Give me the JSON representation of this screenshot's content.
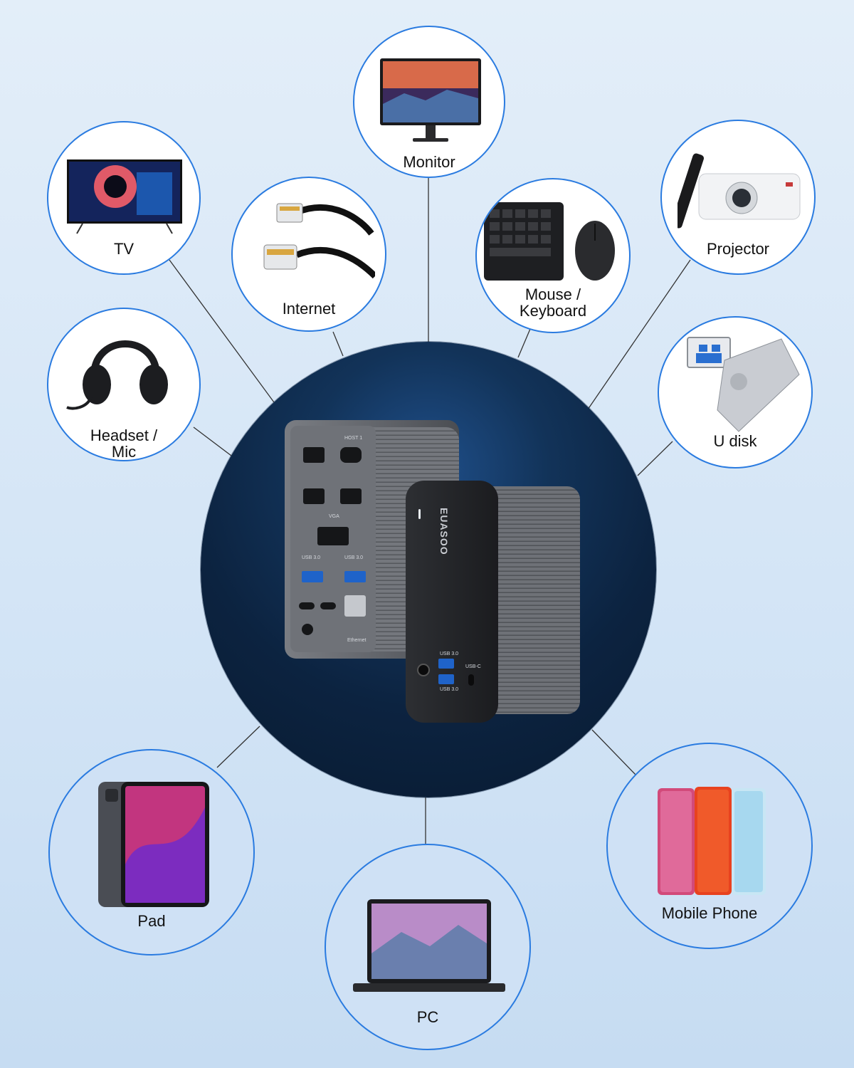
{
  "hub": {
    "brand": "EUASOO",
    "port_labels": {
      "host1": "HOST 1",
      "vga": "VGA",
      "usb30_left": "USB 3.0",
      "usb30_right": "USB 3.0",
      "ethernet": "Ethernet",
      "front_usb_top": "USB 3.0",
      "front_usb_bottom": "USB 3.0",
      "front_usbc": "USB-C"
    }
  },
  "devices": [
    {
      "id": "monitor",
      "label": "Monitor",
      "icon": "monitor-icon"
    },
    {
      "id": "tv",
      "label": "TV",
      "icon": "tv-icon"
    },
    {
      "id": "internet",
      "label": "Internet",
      "icon": "ethernet-cable-icon"
    },
    {
      "id": "mouse_keyboard",
      "label": "Mouse /\nKeyboard",
      "icon": "keyboard-mouse-icon"
    },
    {
      "id": "projector",
      "label": "Projector",
      "icon": "projector-icon"
    },
    {
      "id": "headset",
      "label": "Headset /\nMic",
      "icon": "headset-icon"
    },
    {
      "id": "udisk",
      "label": "U disk",
      "icon": "usb-drive-icon"
    },
    {
      "id": "pad",
      "label": "Pad",
      "icon": "tablet-icon"
    },
    {
      "id": "pc",
      "label": "PC",
      "icon": "laptop-icon"
    },
    {
      "id": "phone",
      "label": "Mobile Phone",
      "icon": "smartphone-icon"
    }
  ],
  "colors": {
    "node_border": "#2a7be0",
    "hub_dark": "#0c2340",
    "connector_line": "#333333"
  }
}
